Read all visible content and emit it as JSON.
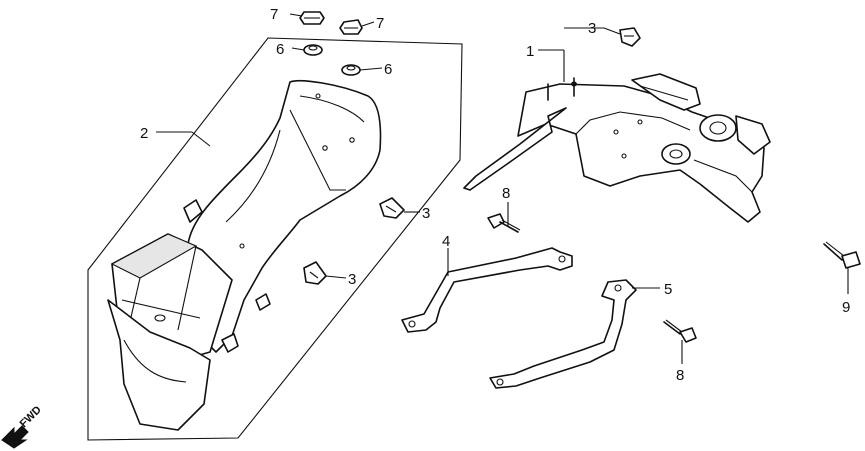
{
  "callouts": {
    "c1": "1",
    "c2": "2",
    "c3a": "3",
    "c3b": "3",
    "c3c": "3",
    "c4": "4",
    "c5": "5",
    "c6a": "6",
    "c6b": "6",
    "c7a": "7",
    "c7b": "7",
    "c8a": "8",
    "c8b": "8",
    "c9": "9"
  },
  "direction_marker": {
    "label": "FWD"
  }
}
